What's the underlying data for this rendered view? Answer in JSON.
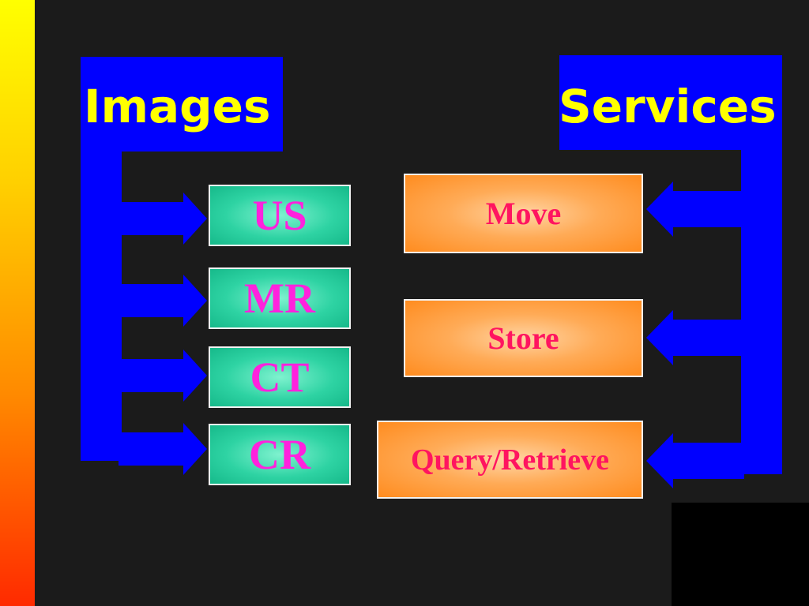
{
  "diagram": {
    "images": {
      "title": "Images",
      "items": [
        "US",
        "MR",
        "CT",
        "CR"
      ]
    },
    "services": {
      "title": "Services",
      "items": [
        "Move",
        "Store",
        "Query/Retrieve"
      ]
    }
  },
  "colors": {
    "connector": "#0000ff",
    "title_text": "#ffff00",
    "image_box": "#2ed3a3",
    "image_text": "#ff22dd",
    "service_box": "#ff9a33",
    "service_text": "#ff1460",
    "background": "#1b1b1b"
  }
}
